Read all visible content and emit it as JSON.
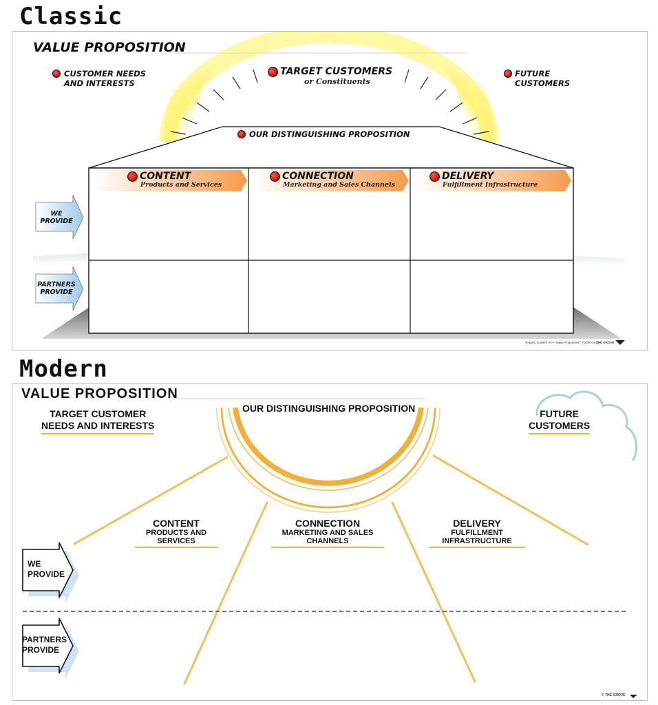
{
  "classic": {
    "section_title": "Classic",
    "header": "VALUE PROPOSITION",
    "customer_needs": [
      "CUSTOMER NEEDS",
      "AND INTERESTS"
    ],
    "target_customers": "TARGET CUSTOMERS",
    "target_customers_sub": "or Constituents",
    "future_customers": [
      "FUTURE",
      "CUSTOMERS"
    ],
    "distinguishing": "OUR DISTINGUISHING PROPOSITION",
    "columns": [
      {
        "title": "CONTENT",
        "subtitle": "Products and Services"
      },
      {
        "title": "CONNECTION",
        "subtitle": "Marketing and Sales Channels"
      },
      {
        "title": "DELIVERY",
        "subtitle": "Fulfillment Infrastructure"
      }
    ],
    "we_provide": [
      "WE",
      "PROVIDE"
    ],
    "partners_provide": [
      "PARTNERS",
      "PROVIDE"
    ],
    "footer_credit": "Graphic Guide® #4—\"Value Proposition\" ©2000-2011",
    "footer_brand": "THE GROVE"
  },
  "modern": {
    "section_title": "Modern",
    "header": "VALUE PROPOSITION",
    "target_customer": [
      "TARGET CUSTOMER",
      "NEEDS AND INTERESTS"
    ],
    "distinguishing": "OUR DISTINGUISHING PROPOSITION",
    "future_customers": [
      "FUTURE",
      "CUSTOMERS"
    ],
    "columns": [
      {
        "title": "CONTENT",
        "subtitle": "Products and Services"
      },
      {
        "title": "CONNECTION",
        "subtitle": "Marketing and Sales Channels"
      },
      {
        "title": "DELIVERY",
        "subtitle": "Fulfillment Infrastructure"
      }
    ],
    "we_provide": [
      "WE",
      "PROVIDE"
    ],
    "partners_provide": [
      "PARTNERS",
      "PROVIDE"
    ],
    "footer_brand": "© THE GROVE"
  },
  "colors": {
    "accent_orange": "#f0b23c",
    "arrow_orange": "#f5a55e",
    "dot_red": "#d7150f",
    "sky_blue": "#a9cfe8",
    "ground_gray": "#9a9a9a",
    "horizon_green": "#cfe6cf"
  }
}
